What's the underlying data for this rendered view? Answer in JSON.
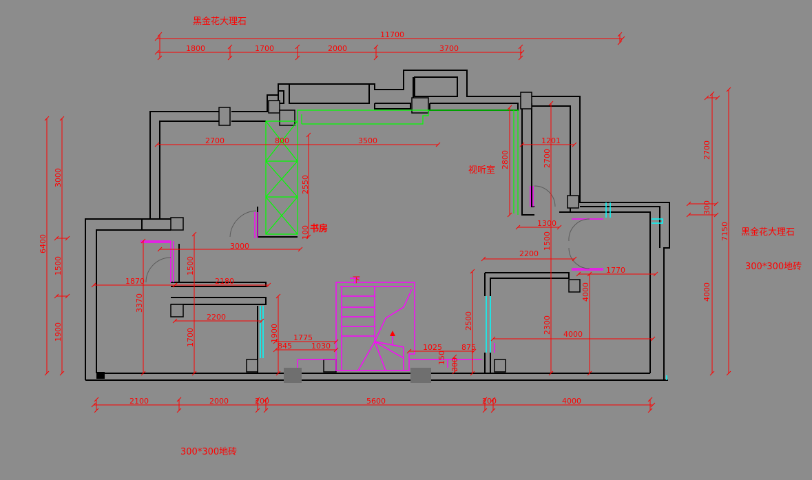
{
  "labels": {
    "material_top": "黑金花大理石",
    "material_right": "黑金花大理石",
    "tile_right": "300*300地砖",
    "tile_bottom": "300*300地砖",
    "room_study": "书房",
    "room_av": "视听室",
    "stair_down": "下"
  },
  "dims": {
    "top_total": "11700",
    "top_1": "1800",
    "top_2": "1700",
    "top_3": "2000",
    "top_4": "3700",
    "inner_1": "2700",
    "inner_2": "800",
    "inner_3": "3500",
    "inner_4": "1201",
    "v_2550": "2550",
    "v_2800": "2800",
    "v_2700a": "2700",
    "v_100": "100",
    "h_3000": "3000",
    "h_1300": "1300",
    "v_1500a": "1500",
    "h_2200a": "2200",
    "h_1770": "1770",
    "h_1870": "1870",
    "h_2180": "2180",
    "v_3370": "3370",
    "v_1500b": "1500",
    "h_2200b": "2200",
    "v_1700": "1700",
    "v_1900a": "1900",
    "h_1775": "1775",
    "h_845": "845",
    "h_1030": "1030",
    "h_1025": "1025",
    "h_875": "875",
    "v_150": "150",
    "v_300a": "300",
    "v_2500": "2500",
    "v_2300": "2300",
    "v_4000a": "4000",
    "h_4000a": "4000",
    "left_6400": "6400",
    "left_3000": "3000",
    "left_1500": "1500",
    "left_1900": "1900",
    "right_2700": "2700",
    "right_300": "300",
    "right_4000": "4000",
    "right_7150": "7150",
    "bot_2100": "2100",
    "bot_2000": "2000",
    "bot_200a": "200",
    "bot_5600": "5600",
    "bot_200b": "200",
    "bot_4000": "4000"
  }
}
